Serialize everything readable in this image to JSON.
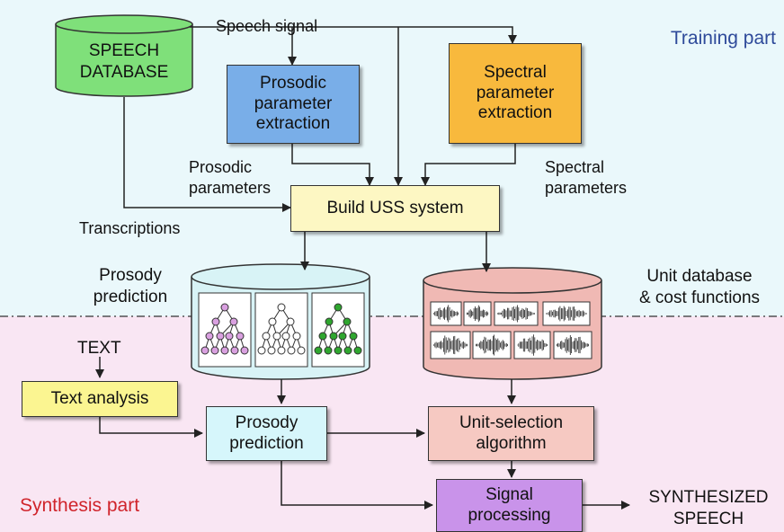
{
  "training_region": {
    "title": "Training part",
    "color": "#eaf8fb",
    "title_color": "#2e4a9a"
  },
  "synthesis_region": {
    "title": "Synthesis part",
    "color": "#f9e6f3",
    "title_color": "#d0242b"
  },
  "nodes": {
    "speech_database": {
      "label": "SPEECH\nDATABASE",
      "fill": "#7fe07a"
    },
    "prosodic_extraction": {
      "label": "Prosodic\nparameter\nextraction",
      "fill": "#79aee8"
    },
    "spectral_extraction": {
      "label": "Spectral\nparameter\nextraction",
      "fill": "#f8b93d"
    },
    "build_uss": {
      "label": "Build USS system",
      "fill": "#fdf7c3"
    },
    "prosody_model_db": {
      "label": "",
      "fill": "#d8f3f6"
    },
    "unit_database": {
      "label": "",
      "fill": "#f0b9b4"
    },
    "text_analysis": {
      "label": "Text analysis",
      "fill": "#fbf591"
    },
    "prosody_prediction": {
      "label": "Prosody\nprediction",
      "fill": "#d6f6fb"
    },
    "unit_selection": {
      "label": "Unit-selection\nalgorithm",
      "fill": "#f6c9c2"
    },
    "signal_processing": {
      "label": "Signal\nprocessing",
      "fill": "#c993ea"
    }
  },
  "labels": {
    "speech_signal": "Speech signal",
    "prosodic_parameters": "Prosodic\nparameters",
    "spectral_parameters": "Spectral\nparameters",
    "transcriptions": "Transcriptions",
    "prosody_prediction_db": "Prosody\nprediction",
    "unit_database_caption": "Unit database\n& cost functions",
    "text_input": "TEXT",
    "output": "SYNTHESIZED\nSPEECH"
  },
  "tree_colors": [
    "#d9a0e0",
    "#ffffff",
    "#2fa62f"
  ]
}
